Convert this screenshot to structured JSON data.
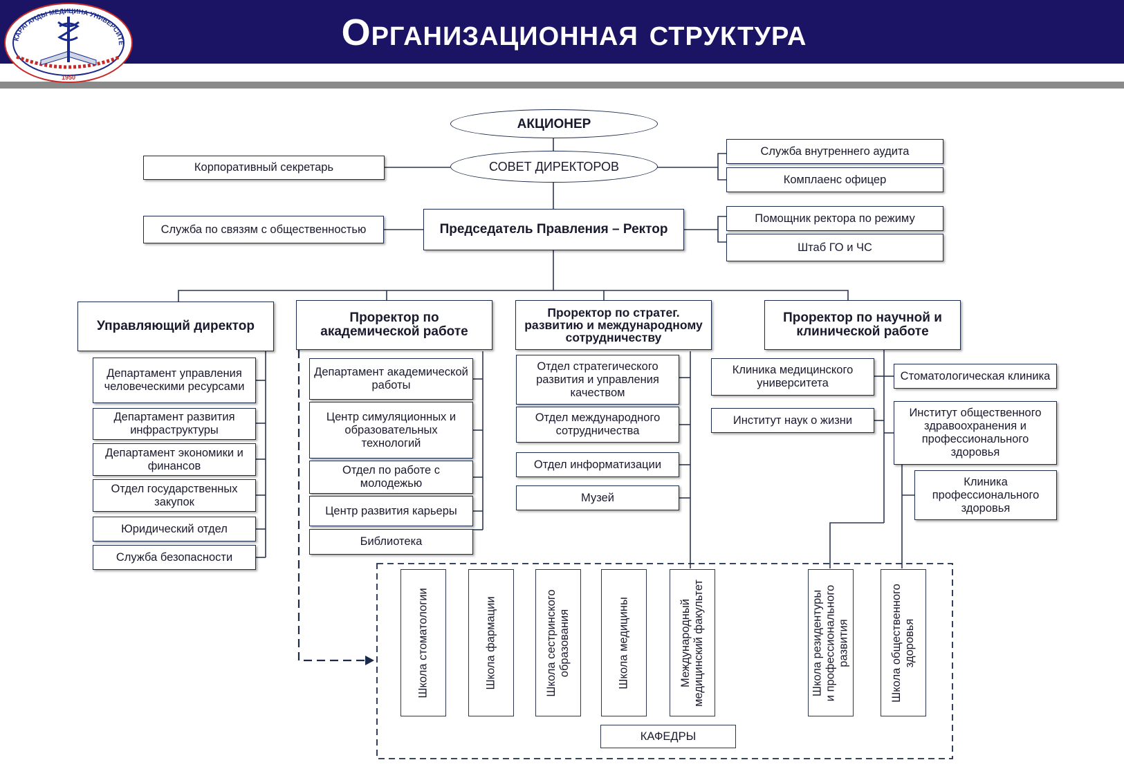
{
  "header": {
    "title": "Организационная структура",
    "logo_text": "КАРАГАНДЫ МЕДИЦИНА УНИВЕРСИТЕТІ",
    "logo_year": "1950"
  },
  "colors": {
    "header_bg": "#1b1464",
    "stripe": "#8a8a8a",
    "line": "#2a3550",
    "dashed": "#1b2a4a"
  },
  "top": {
    "shareholder": "АКЦИОНЕР",
    "board": "СОВЕТ ДИРЕКТОРОВ",
    "corp_secretary": "Корпоративный секретарь",
    "internal_audit": "Служба внутреннего аудита",
    "compliance": "Комплаенс офицер",
    "rector": "Председатель Правления – Ректор",
    "pr_service": "Служба по связям с общественностью",
    "regime_assistant": "Помощник ректора по режиму",
    "civil_defense": "Штаб ГО и ЧС"
  },
  "branches": [
    {
      "head": "Управляющий директор",
      "units": [
        "Департамент управления человеческими ресурсами",
        "Департамент развития инфраструктуры",
        "Департамент экономики и финансов",
        "Отдел государственных закупок",
        "Юридический отдел",
        "Служба безопасности"
      ]
    },
    {
      "head": "Проректор по академической работе",
      "units": [
        "Департамент академической работы",
        "Центр симуляционных и образовательных технологий",
        "Отдел по работе с молодежью",
        "Центр развития карьеры",
        "Библиотека"
      ]
    },
    {
      "head": "Проректор по стратег. развитию и международному сотрудничеству",
      "units": [
        "Отдел стратегического развития и управления качеством",
        "Отдел международного сотрудничества",
        "Отдел информатизации",
        "Музей"
      ]
    },
    {
      "head": "Проректор по научной и клинической работе",
      "units": [
        "Клиника медицинского университета",
        "Институт наук о жизни",
        "Стоматологическая клиника",
        "Институт общественного здравоохранения и профессионального здоровья",
        "Клиника профессионального здоровья"
      ]
    }
  ],
  "schools": [
    "Школа стоматологии",
    "Школа фармации",
    "Школа сестринского\nобразования",
    "Школа медицины",
    "Международный\nмедицинский факультет",
    "Школа резидентуры\nи профессионального\nразвития",
    "Школа общественного\nздоровья"
  ],
  "departments_label": "КАФЕДРЫ"
}
